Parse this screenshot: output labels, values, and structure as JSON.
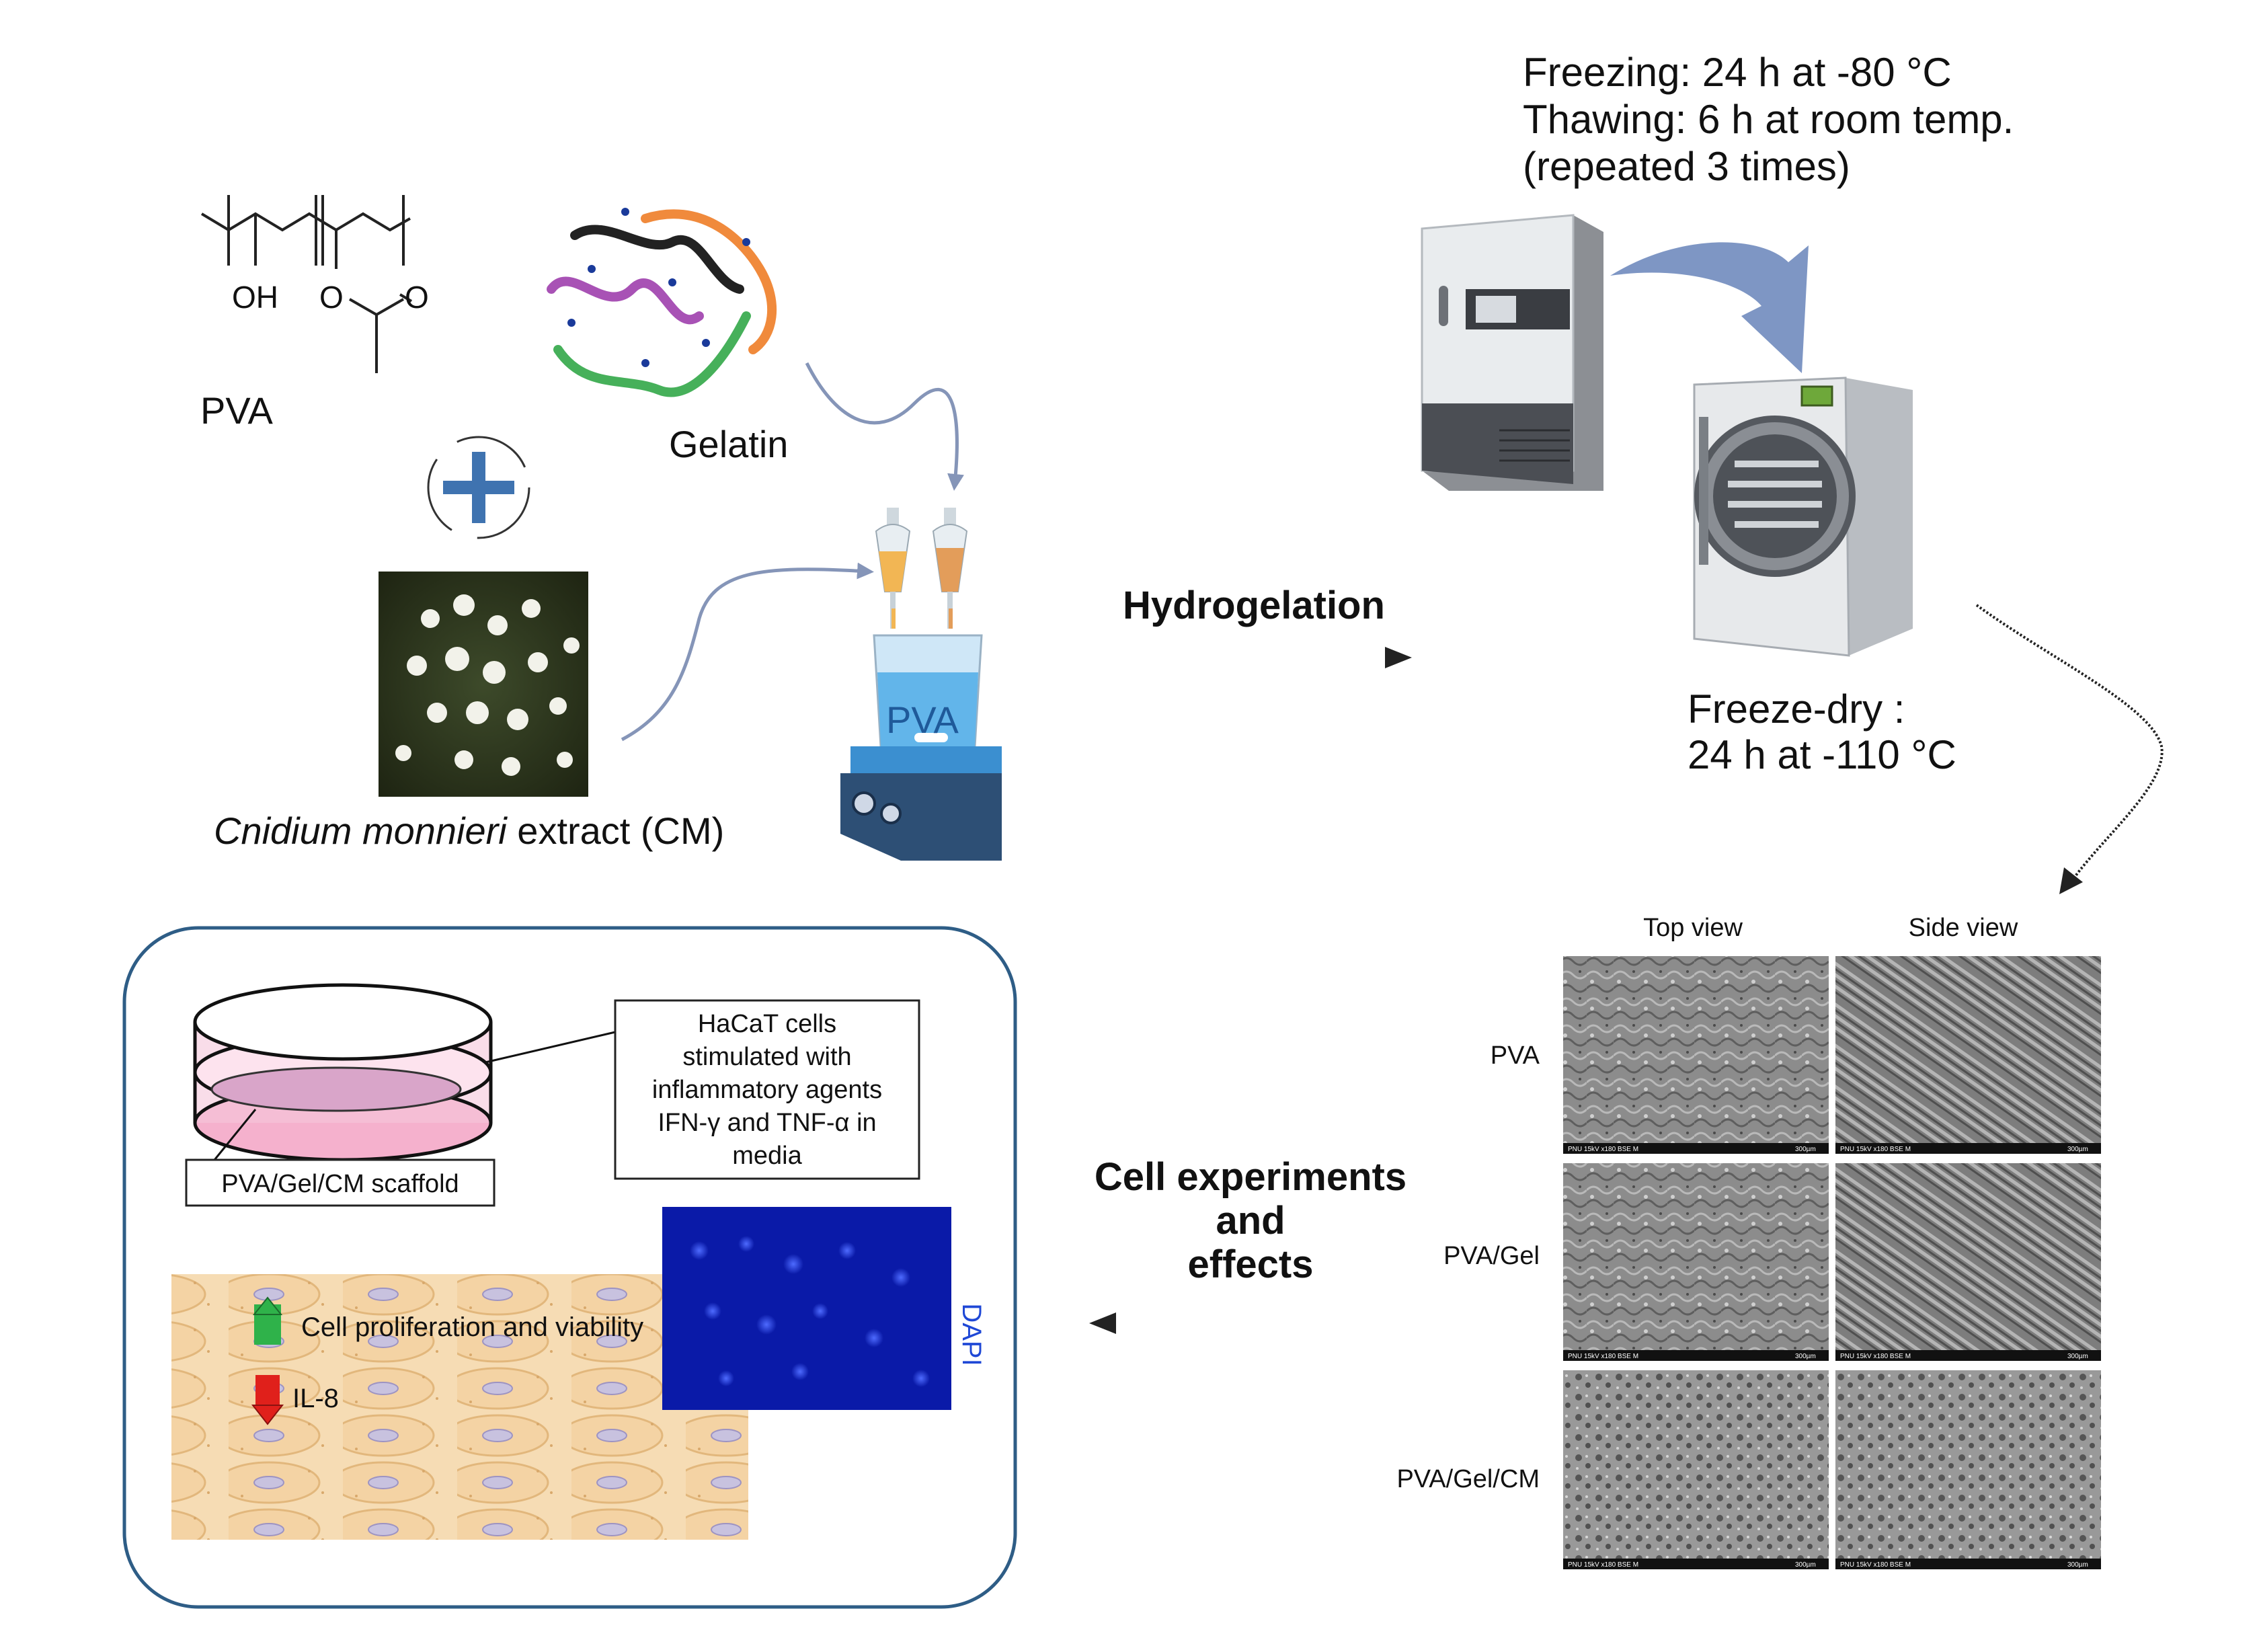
{
  "materials": {
    "pva_label": "PVA",
    "pva_oh": "OH",
    "pva_o1": "O",
    "pva_o2": "O",
    "gelatin_label": "Gelatin",
    "cnidium_italic": "Cnidium monnieri",
    "cnidium_rest": " extract (CM)",
    "beaker_label": "PVA"
  },
  "process": {
    "hydrogelation": "Hydrogelation",
    "freeze_thaw_lines": [
      "Freezing: 24 h at -80 °C",
      "Thawing: 6 h at room temp.",
      "(repeated 3 times)"
    ],
    "freeze_dry_lines": [
      "Freeze-dry :",
      "24 h at -110 °C"
    ]
  },
  "sem": {
    "columns": [
      "Top view",
      "Side view"
    ],
    "rows": [
      "PVA",
      "PVA/Gel",
      "PVA/Gel/CM"
    ],
    "scale_text": "PNU 15kV x180 BSE M",
    "scale_value": "300µm"
  },
  "cell_experiments": {
    "title_lines": [
      "Cell experiments",
      "and",
      "effects"
    ],
    "hacat_lines": [
      "HaCaT cells",
      "stimulated with",
      "inflammatory agents",
      "IFN-γ and TNF-α in",
      "media"
    ],
    "scaffold_label": "PVA/Gel/CM scaffold",
    "proliferation": "Cell proliferation and viability",
    "il8": "IL-8",
    "dapi": "DAPI"
  },
  "colors": {
    "arrow_blue": "#8595b8",
    "panel_border": "#2e5d86",
    "plus_blue": "#3f73b0",
    "dapi_bg": "#0a1aa8",
    "up_arrow": "#2fb24a",
    "down_arrow": "#e0201b",
    "dish_pink": "#f4a9c8"
  }
}
